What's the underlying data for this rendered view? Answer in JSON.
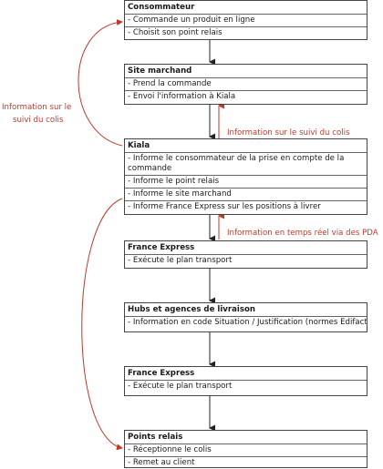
{
  "boxes": [
    {
      "title": "Consommateur",
      "lines": [
        "- Commande un produit en ligne",
        "- Choisit son point relais"
      ]
    },
    {
      "title": "Site marchand",
      "lines": [
        "- Prend la commande",
        "- Envoi l'information à Kiala"
      ]
    },
    {
      "title": "Kiala",
      "lines": [
        "- Informe le consommateur de la prise en compte de la commande",
        "- Informe le point relais",
        "- Informe le site marchand",
        "- Informe France Express sur les positions à livrer"
      ]
    },
    {
      "title": "France Express",
      "lines": [
        "- Exécute le plan transport"
      ]
    },
    {
      "title": "Hubs et agences de livraison",
      "lines": [
        "- Information en code Situation / Justification (normes Edifact)"
      ]
    },
    {
      "title": "France Express",
      "lines": [
        "- Exécute le plan transport"
      ]
    },
    {
      "title": "Points relais",
      "lines": [
        "- Réceptionne le colis",
        "- Remet au client"
      ]
    }
  ],
  "annotations": {
    "left_feedback": [
      "Information sur le",
      "suivi du colis"
    ],
    "site_feedback": "Information sur le suivi du colis",
    "pda_feedback": "Information en temps réel via des PDA"
  },
  "colors": {
    "border": "#444444",
    "arrow": "#222222",
    "feedback": "#c0392b"
  }
}
